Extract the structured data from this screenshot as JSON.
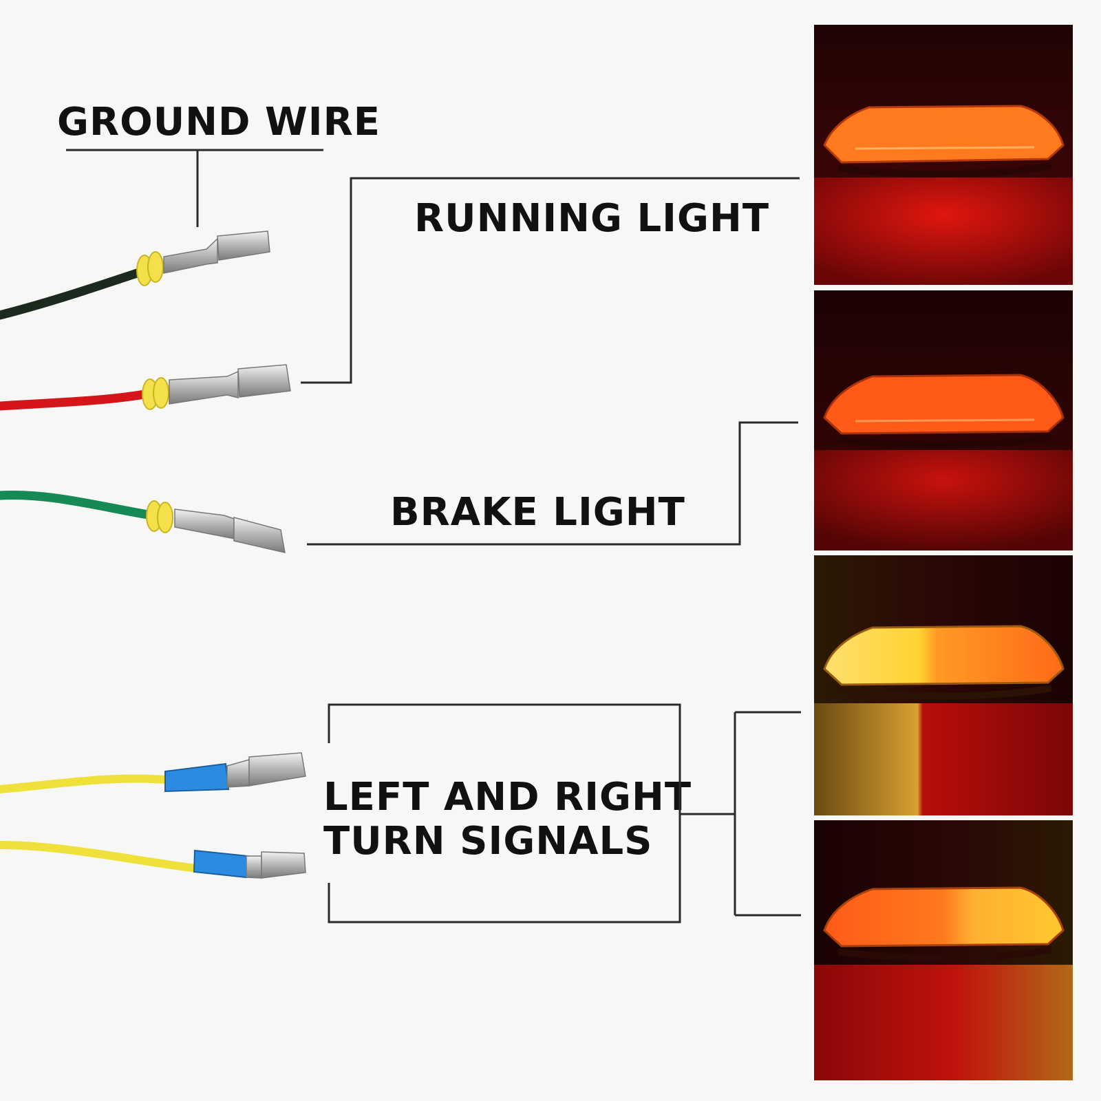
{
  "labels": {
    "ground": "GROUND WIRE",
    "running": "RUNNING LIGHT",
    "brake": "BRAKE LIGHT",
    "turn_line1": "LEFT AND RIGHT",
    "turn_line2": "TURN SIGNALS"
  },
  "wires": [
    {
      "name": "black-wire",
      "color": "#1c2a1e",
      "connector_band": "#f3e04a"
    },
    {
      "name": "red-wire",
      "color": "#d4161a",
      "connector_band": "#f3e04a"
    },
    {
      "name": "green-wire",
      "color": "#168a55",
      "connector_band": "#f3e04a"
    },
    {
      "name": "yellow-wire-left",
      "color": "#efe03a",
      "connector_band": "#2b8be0"
    },
    {
      "name": "yellow-wire-right",
      "color": "#efe03a",
      "connector_band": "#2b8be0"
    }
  ],
  "panels": [
    {
      "name": "running-light-panel",
      "glow": "#ff7a1e",
      "reflect": "#c4100c"
    },
    {
      "name": "brake-light-panel",
      "glow": "#ff5a18",
      "reflect": "#b40c0a"
    },
    {
      "name": "turn-signal-left-panel",
      "glow_left": "#ffd230",
      "glow_right": "#ff6a18"
    },
    {
      "name": "turn-signal-right-panel",
      "glow_left": "#ff5a18",
      "glow_right": "#ffc830"
    }
  ],
  "colors": {
    "background": "#f7f7f6",
    "callout_line": "#2a2a2a",
    "panel_bg": "#1a0303"
  }
}
